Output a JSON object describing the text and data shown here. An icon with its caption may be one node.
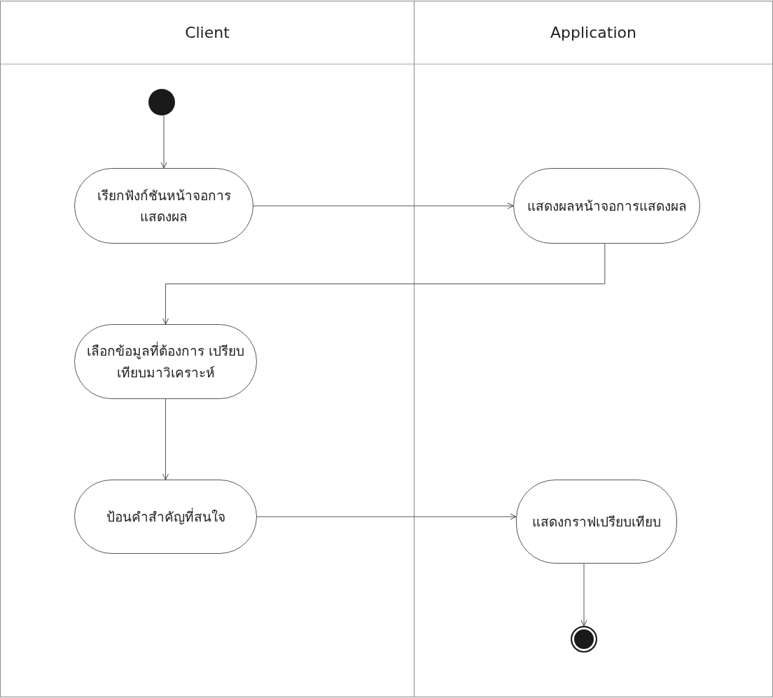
{
  "diagram": {
    "nodes": [
      {
        "text": [
          "Client"
        ]
      },
      {
        "text": [
          "Application"
        ]
      },
      {
        "text": [],
        "shape": "circle",
        "in": 0
      },
      {
        "text": [
          "เรียกฟังก์ชันหน้าจอการ แสดงผล"
        ],
        "in": 0
      },
      {
        "text": [
          "แสดงผลหน้าจอการแสดงผล"
        ],
        "in": 1
      },
      {
        "text": [
          "เลือกข้อมูลที่ต้องการ เปรียบเทียบมาวิเคราะห์"
        ],
        "in": 0
      },
      {
        "text": [
          "ป้อนคำสำคัญที่สนใจ"
        ],
        "in": 0
      },
      {
        "text": [
          "แสดงกราฟเปรียบเทียบ"
        ],
        "in": 1
      },
      {
        "text": [],
        "shape": "circle",
        "in": 1
      }
    ],
    "edges": [
      {
        "from": 2,
        "to": 3,
        "arrow": "to"
      },
      {
        "from": 3,
        "to": 4,
        "arrow": "to"
      },
      {
        "from": 4,
        "to": 5,
        "arrow": "to"
      },
      {
        "from": 5,
        "to": 6,
        "arrow": "to"
      },
      {
        "from": 6,
        "to": 7,
        "arrow": "to"
      },
      {
        "from": 7,
        "to": 8,
        "arrow": "to"
      }
    ]
  }
}
